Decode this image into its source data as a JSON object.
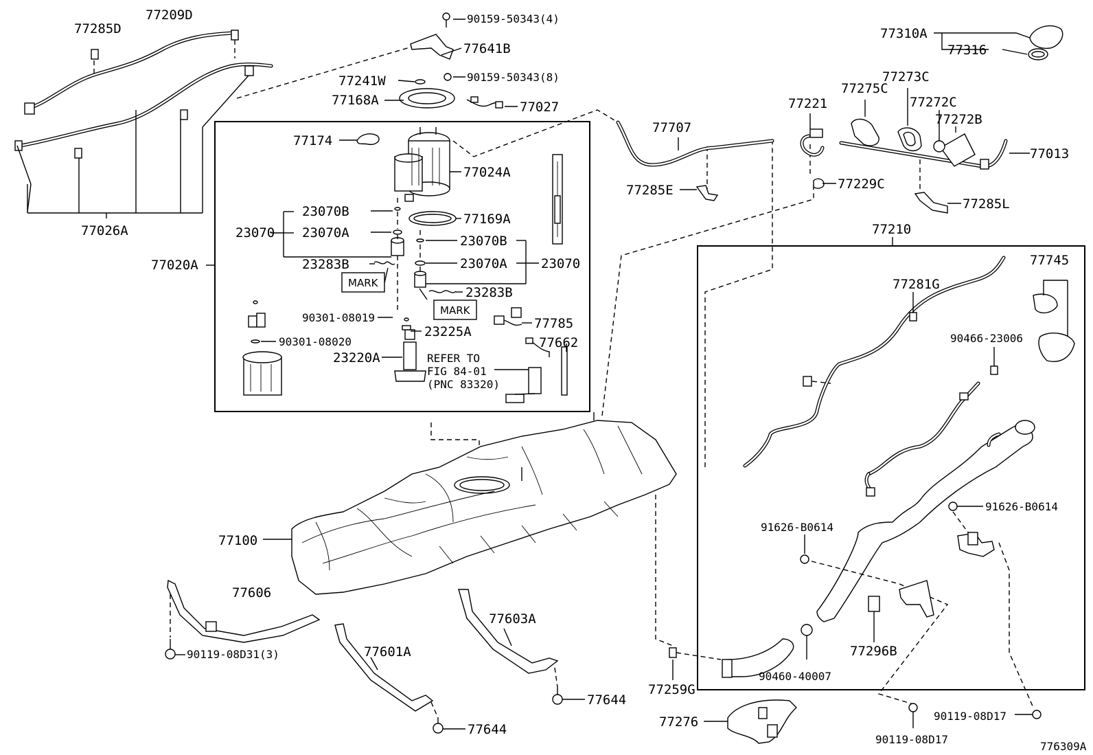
{
  "diagram_id": "776309A",
  "labels": {
    "p77285D": "77285D",
    "p77209D": "77209D",
    "p77026A": "77026A",
    "p77020A": "77020A",
    "p90159a": "90159-50343(4)",
    "p77641B": "77641B",
    "p77241W": "77241W",
    "p90159b": "90159-50343(8)",
    "p77168A": "77168A",
    "p77027": "77027",
    "p77174": "77174",
    "p77024A": "77024A",
    "p23070B_l": "23070B",
    "p23070": "23070",
    "p23070A_l": "23070A",
    "p23283B_l": "23283B",
    "p77169A": "77169A",
    "p23070B_r": "23070B",
    "p23070A_r": "23070A",
    "p23070_r": "23070",
    "p23283B_r": "23283B",
    "p90301a": "90301-08019",
    "p23225A": "23225A",
    "p77785": "77785",
    "p90301b": "90301-08020",
    "p23220A": "23220A",
    "p77662": "77662",
    "refer1": "REFER TO",
    "refer2": "FIG 84-01",
    "refer3": "(PNC 83320)",
    "mark": "MARK",
    "p77707": "77707",
    "p77285E": "77285E",
    "p77100": "77100",
    "p77606": "77606",
    "p90119a": "90119-08D31(3)",
    "p77603A": "77603A",
    "p77601A": "77601A",
    "p77644a": "77644",
    "p77644b": "77644",
    "p77259G": "77259G",
    "p77276": "77276",
    "p77310A": "77310A",
    "p77316": "77316",
    "p77275C": "77275C",
    "p77273C": "77273C",
    "p77221": "77221",
    "p77272C": "77272C",
    "p77272B": "77272B",
    "p77013": "77013",
    "p77229C": "77229C",
    "p77285L": "77285L",
    "p77210": "77210",
    "p77745": "77745",
    "p77281G": "77281G",
    "p90466": "90466-23006",
    "p91626a": "91626-B0614",
    "p91626b": "91626-B0614",
    "p77296B": "77296B",
    "p90460": "90460-40007",
    "p90119b": "90119-08D17",
    "p90119c": "90119-08D17"
  }
}
